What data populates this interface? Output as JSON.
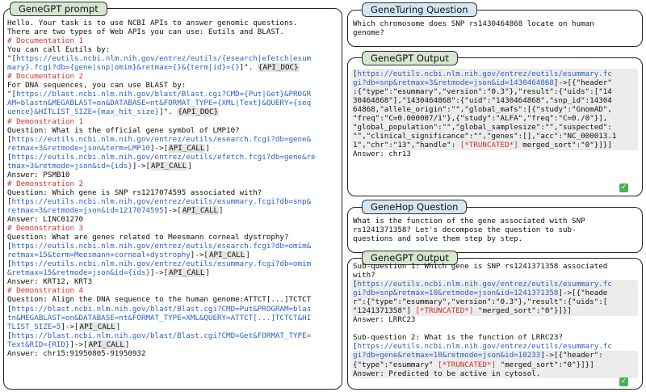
{
  "left": {
    "title": "GeneGPT prompt",
    "lines": [
      [
        {
          "t": "Hello. Your task is to use NCBI APIs to answer genomic questions."
        }
      ],
      [
        {
          "t": "There are two types of Web APIs you can use: Eutils and BLAST."
        }
      ],
      [
        {
          "t": "# Documentation 1",
          "c": "red"
        }
      ],
      [
        {
          "t": "You can call Eutils by:"
        }
      ],
      [
        {
          "t": "\"["
        },
        {
          "t": "https://eutils.ncbi.nlm.nih.gov/entrez/eutils/{esearch|efetch|esum",
          "c": "url"
        }
      ],
      [
        {
          "t": "mary}.fcgi?db={gene|snp|omim}&retmax={}&{term|id}={}",
          "c": "url"
        },
        {
          "t": "]\". "
        },
        {
          "t": "{API_DOC}",
          "c": "gb"
        }
      ],
      [
        {
          "t": "# Documentation 2",
          "c": "red"
        }
      ],
      [
        {
          "t": "For DNA sequences, you can use BLAST by:"
        }
      ],
      [
        {
          "t": "\"["
        },
        {
          "t": "https://blast.ncbi.nlm.nih.gov/blast/Blast.cgi?CMD={Put|Get}&PROGR",
          "c": "url"
        }
      ],
      [
        {
          "t": "AM=blastn&MEGABLAST=on&DATABASE=nt&FORMAT_TYPE={XML|Text}&QUERY={seq",
          "c": "url"
        }
      ],
      [
        {
          "t": "uence}&HITLIST_SIZE={max_hit_size}",
          "c": "url"
        },
        {
          "t": "]\". "
        },
        {
          "t": "{API_DOC}",
          "c": "gb"
        }
      ],
      [
        {
          "t": "# Demonstration 1",
          "c": "red"
        }
      ],
      [
        {
          "t": "Question: What is the official gene symbol of LMP10?"
        }
      ],
      [
        {
          "t": "["
        },
        {
          "t": "https://eutils.ncbi.nlm.nih.gov/entrez/eutils/esearch.fcgi?db=gene&",
          "c": "url"
        }
      ],
      [
        {
          "t": "retmax=3&retmode=json&term=LMP10",
          "c": "url"
        },
        {
          "t": "]->["
        },
        {
          "t": "API_CALL",
          "c": "gb"
        },
        {
          "t": "]"
        }
      ],
      [
        {
          "t": "["
        },
        {
          "t": "https://eutils.ncbi.nlm.nih.gov/entrez/eutils/efetch.fcgi?db=gene&re",
          "c": "url"
        }
      ],
      [
        {
          "t": "tmax=3&retmode=json&id={ids}",
          "c": "url"
        },
        {
          "t": "]->["
        },
        {
          "t": "API_CALL",
          "c": "gb"
        },
        {
          "t": "]"
        }
      ],
      [
        {
          "t": "Answer: PSMB10"
        }
      ],
      [
        {
          "t": "# Demonstration 2",
          "c": "red"
        }
      ],
      [
        {
          "t": "Question: Which gene is SNP rs1217074595 associated with?"
        }
      ],
      [
        {
          "t": "["
        },
        {
          "t": "https://eutils.ncbi.nlm.nih.gov/entrez/eutils/esummary.fcgi?db=snp&",
          "c": "url"
        }
      ],
      [
        {
          "t": "retmax=3&retmode=json&id=1217074595",
          "c": "url"
        },
        {
          "t": "]->["
        },
        {
          "t": "API_CALL",
          "c": "gb"
        },
        {
          "t": "]"
        }
      ],
      [
        {
          "t": "Answer: LINC01270"
        }
      ],
      [
        {
          "t": "# Demonstration 3",
          "c": "red"
        }
      ],
      [
        {
          "t": "Question: What are genes related to Meesmann corneal dystrophy?"
        }
      ],
      [
        {
          "t": "["
        },
        {
          "t": "https://eutils.ncbi.nlm.nih.gov/entrez/eutils/esearch.fcgi?db=omim&",
          "c": "url"
        }
      ],
      [
        {
          "t": "retmax=15&term=Meesmann+corneal+dystrophy",
          "c": "url"
        },
        {
          "t": "]->["
        },
        {
          "t": "API_CALL",
          "c": "gb"
        },
        {
          "t": "]"
        }
      ],
      [
        {
          "t": "["
        },
        {
          "t": "https://eutils.ncbi.nlm.nih.gov/entrez/eutils/esummary.fcgi?db=omim",
          "c": "url"
        }
      ],
      [
        {
          "t": "&retmax=15&retmode=json&id={ids}",
          "c": "url"
        },
        {
          "t": "]->["
        },
        {
          "t": "API_CALL",
          "c": "gb"
        },
        {
          "t": "]"
        }
      ],
      [
        {
          "t": "Answer: KRT12, KRT3"
        }
      ],
      [
        {
          "t": "# Demonstration 4",
          "c": "red"
        }
      ],
      [
        {
          "t": "Question: Align the DNA sequence to the human genome:ATTCT[...]TCTCT"
        }
      ],
      [
        {
          "t": "["
        },
        {
          "t": "https://blast.ncbi.nlm.nih.gov/blast/Blast.cgi?CMD=Put&PROGRAM=blas",
          "c": "url"
        }
      ],
      [
        {
          "t": "tn&MEGABLAST=on&DATABASE=nt&FORMAT_TYPE=XML&QUERY=ATTCT[...]TCTCT&HI",
          "c": "url"
        }
      ],
      [
        {
          "t": "TLIST_SIZE=5",
          "c": "url"
        },
        {
          "t": "]->["
        },
        {
          "t": "API_CALL",
          "c": "gb"
        },
        {
          "t": "]"
        }
      ],
      [
        {
          "t": "["
        },
        {
          "t": "https://blast.ncbi.nlm.nih.gov/blast/Blast.cgi?CMD=Get&FORMAT_TYPE=",
          "c": "url"
        }
      ],
      [
        {
          "t": "Text&RID={RID}",
          "c": "url"
        },
        {
          "t": "]->["
        },
        {
          "t": "API_CALL",
          "c": "gb"
        },
        {
          "t": "]"
        }
      ],
      [
        {
          "t": "Answer: chr15:91950805-91950932"
        }
      ]
    ]
  },
  "geneturing": {
    "title": "GeneTuring Question",
    "lines": [
      [
        {
          "t": "Which chromosome does SNP rs1430464868 locate on human"
        }
      ],
      [
        {
          "t": "genome?"
        }
      ]
    ]
  },
  "out1": {
    "title": "GeneGPT Output",
    "lines": [
      [
        {
          "t": "[",
          "g": 1
        },
        {
          "t": "https://eutils.ncbi.nlm.nih.gov/entrez/eutils/esummary.fc",
          "c": "url",
          "g": 1
        }
      ],
      [
        {
          "t": "gi?db=snp&retmax=3&retmode=json&id=1430464868",
          "c": "url",
          "g": 1
        },
        {
          "t": "]->[{\"header\"",
          "g": 1
        }
      ],
      [
        {
          "t": ":{\"type\":\"esummary\",\"version\":\"0.3\"},\"result\":{\"uids\":[\"14",
          "g": 1
        }
      ],
      [
        {
          "t": "30464868\"],\"1430464868\":{\"uid\":\"1430464868\",\"snp_id\":14304",
          "g": 1
        }
      ],
      [
        {
          "t": "64868,\"allele_origin\":\"\",\"global_mafs\":[{\"study\":\"GnomAD\",",
          "g": 1
        }
      ],
      [
        {
          "t": "\"freq\":\"C=0.000007/1\"},{\"study\":\"ALFA\",\"freq\":\"C=0./0\"}],",
          "g": 1
        }
      ],
      [
        {
          "t": "\"global_population\":\"\",\"global_samplesize\":\"\",\"suspected\":",
          "g": 1
        }
      ],
      [
        {
          "t": "\"\",\"clinical_significance\":\"\",\"genes\":[],\"acc\":\"NC_000013.1",
          "g": 1
        }
      ],
      [
        {
          "t": "1\",\"chr\":\"13\",\"handle\": ",
          "g": 1
        },
        {
          "t": "[*TRUNCATED*]",
          "c": "red",
          "g": 1
        },
        {
          "t": " merged_sort\":\"0\"}]}]",
          "g": 1
        }
      ],
      [
        {
          "t": "Answer: chr13"
        }
      ]
    ]
  },
  "genehop": {
    "title": "GeneHop Question",
    "lines": [
      [
        {
          "t": "What is the function of the gene associated with SNP"
        }
      ],
      [
        {
          "t": "rs1241371358? Let's decompose the question to sub-"
        }
      ],
      [
        {
          "t": "questions and solve them step by step."
        }
      ]
    ]
  },
  "out2": {
    "title": "GeneGPT Output",
    "lines": [
      [
        {
          "t": "Sub-question 1: Which gene is SNP rs1241371358 associated"
        }
      ],
      [
        {
          "t": "with?"
        }
      ],
      [
        {
          "t": "[",
          "g": 1
        },
        {
          "t": "https://eutils.ncbi.nlm.nih.gov/entrez/eutils/esummary.fc",
          "c": "url",
          "g": 1
        }
      ],
      [
        {
          "t": "gi?db=snp&retmax=10&retmode=json&id=1241371358",
          "c": "url",
          "g": 1
        },
        {
          "t": "]->[{\"heade",
          "g": 1
        }
      ],
      [
        {
          "t": "r\":{\"type\":\"esummary\",\"version\":\"0.3\"},\"result\":{\"uids\":[",
          "g": 1
        }
      ],
      [
        {
          "t": "\"1241371358\"] ",
          "g": 1
        },
        {
          "t": "[*TRUNCATED*]",
          "c": "red",
          "g": 1
        },
        {
          "t": " \"merged_sort\":\"0\"}]}]",
          "g": 1
        }
      ],
      [
        {
          "t": "Answer: LRRC23"
        }
      ],
      [
        {
          "t": " "
        }
      ],
      [
        {
          "t": "Sub-question 2: What is the function of LRRC23?"
        }
      ],
      [
        {
          "t": "[",
          "g": 1
        },
        {
          "t": "https://eutils.ncbi.nlm.nih.gov/entrez/eutils/esummary.fc",
          "c": "url",
          "g": 1
        }
      ],
      [
        {
          "t": "gi?db=gene&retmax=10&retmode=json&id=10233",
          "c": "url",
          "g": 1
        },
        {
          "t": "]->[{\"header\":",
          "g": 1
        }
      ],
      [
        {
          "t": "{\"type\":\"esummary\" ",
          "g": 1
        },
        {
          "t": "[*TRUNCATED*]",
          "c": "red",
          "g": 1
        },
        {
          "t": " \"merged_sort\":\"0\"}]}]",
          "g": 1
        }
      ],
      [
        {
          "t": "Answer: Predicted to be active in cytosol."
        }
      ]
    ]
  },
  "icons": {
    "check": "check-mark-icon"
  }
}
